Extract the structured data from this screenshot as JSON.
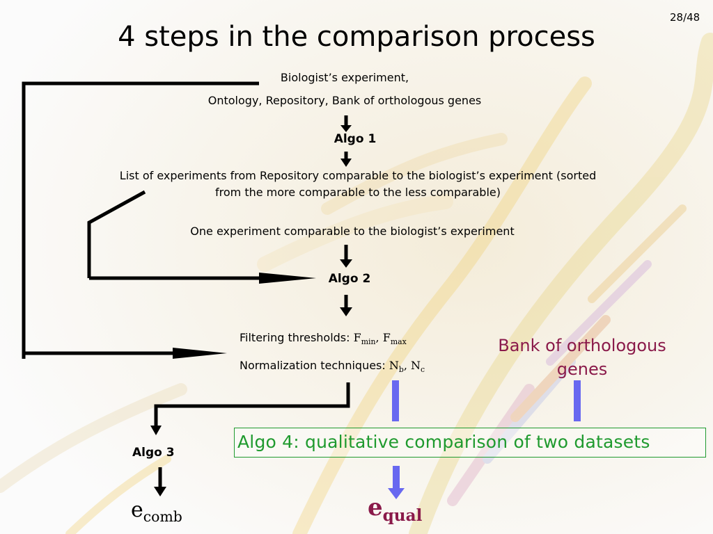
{
  "page_number": "28/48",
  "title": "4 steps in the comparison process",
  "inputs": {
    "line1": "Biologist’s experiment,",
    "line2": "Ontology, Repository, Bank of orthologous genes"
  },
  "algo1": "Algo 1",
  "list": {
    "line1": "List of experiments from Repository comparable to the biologist’s experiment (sorted",
    "line2": "from the more comparable to the less comparable)"
  },
  "one_experiment": "One experiment comparable to the biologist’s experiment",
  "algo2": "Algo 2",
  "filtering": {
    "label": "Filtering thresholds: ",
    "f": "F",
    "min": "min",
    "sep": ", ",
    "f2": "F",
    "max": "max"
  },
  "normalization": {
    "label": "Normalization techniques: ",
    "n": "N",
    "b": "b",
    "sep": ", ",
    "n2": "N",
    "c": "c"
  },
  "bank": {
    "line1": "Bank of orthologous",
    "line2": "genes"
  },
  "algo3": "Algo 3",
  "algo4": "Algo 4: qualitative comparison of two datasets",
  "ecomb": {
    "e": "e",
    "sub": "comb"
  },
  "equal": {
    "e": "e",
    "sub": "qual"
  },
  "colors": {
    "green": "#1f9a2e",
    "maroon": "#8a1a4a",
    "blue_arrow": "#6868f0",
    "black": "#000000"
  }
}
